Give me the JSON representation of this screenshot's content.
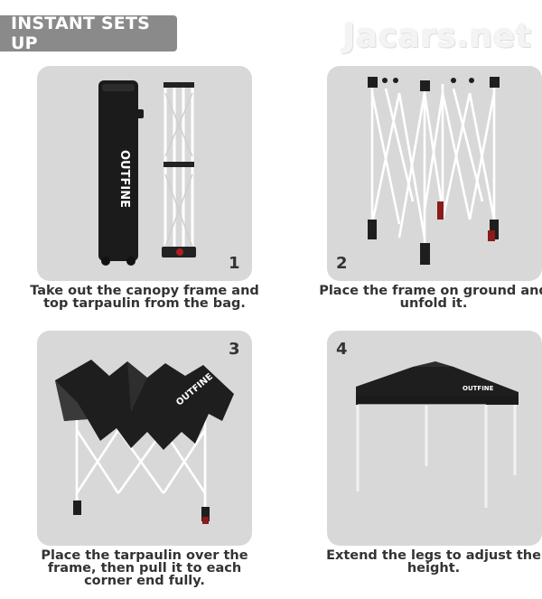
{
  "header": {
    "title": "INSTANT SETS UP"
  },
  "watermark": {
    "text": "Jacars.net"
  },
  "brand": {
    "name": "OUTFINE"
  },
  "steps": [
    {
      "number": "1",
      "caption_lines": [
        "Take out the canopy frame and",
        "top tarpaulin from the bag."
      ]
    },
    {
      "number": "2",
      "caption_lines": [
        "Place the frame on ground and",
        "unfold it."
      ]
    },
    {
      "number": "3",
      "caption_lines": [
        "Place the tarpaulin over the",
        "frame, then pull it to each",
        "corner end fully."
      ]
    },
    {
      "number": "4",
      "caption_lines": [
        "Extend the legs to adjust the",
        "height."
      ]
    }
  ],
  "colors": {
    "panel": "#d8d8d8",
    "badge": "#8a8a8a",
    "text": "#333333",
    "canopy": "#1e1e1e"
  }
}
